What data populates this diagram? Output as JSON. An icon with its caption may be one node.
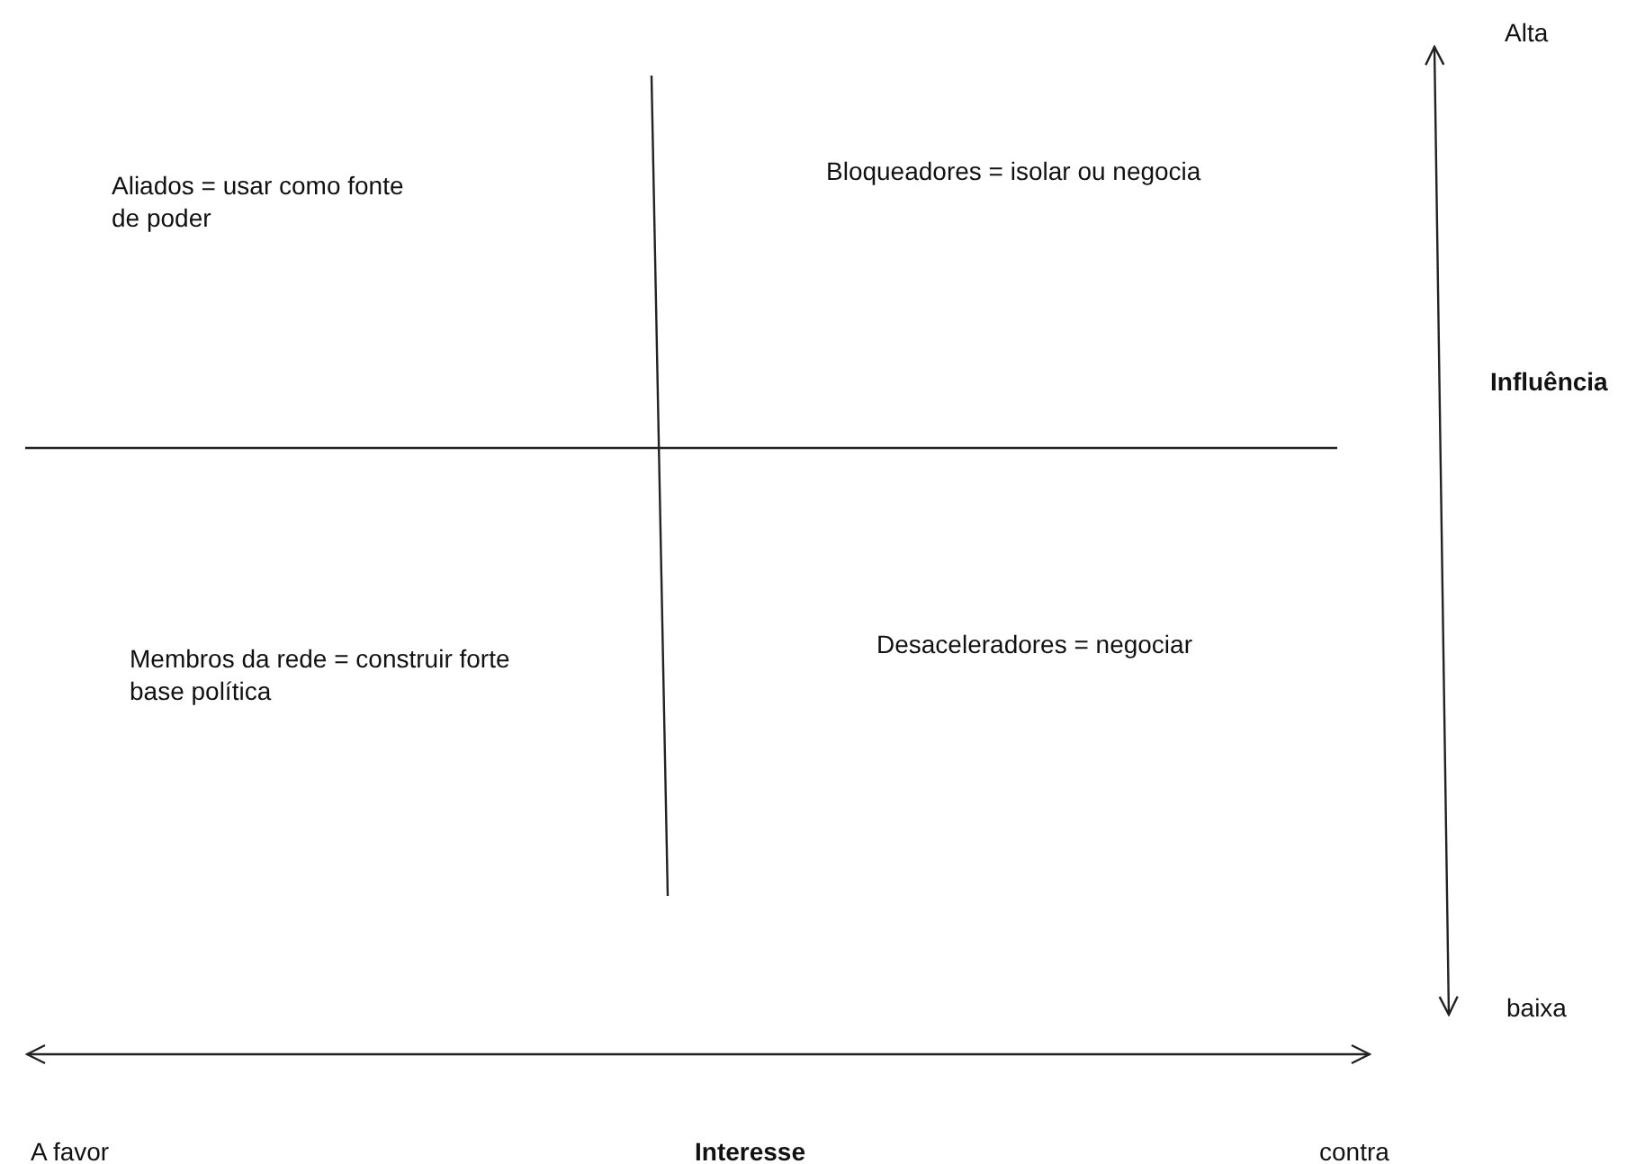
{
  "diagram": {
    "labels": [
      "Alta",
      "Aliados = usar como fonte de poder",
      "Bloqueadores = isolar ou negocia",
      "Influência",
      "Membros da rede = construir forte base política",
      "Desaceleradores = negociar",
      "baixa",
      "A favor",
      "Interesse",
      "contra"
    ]
  }
}
